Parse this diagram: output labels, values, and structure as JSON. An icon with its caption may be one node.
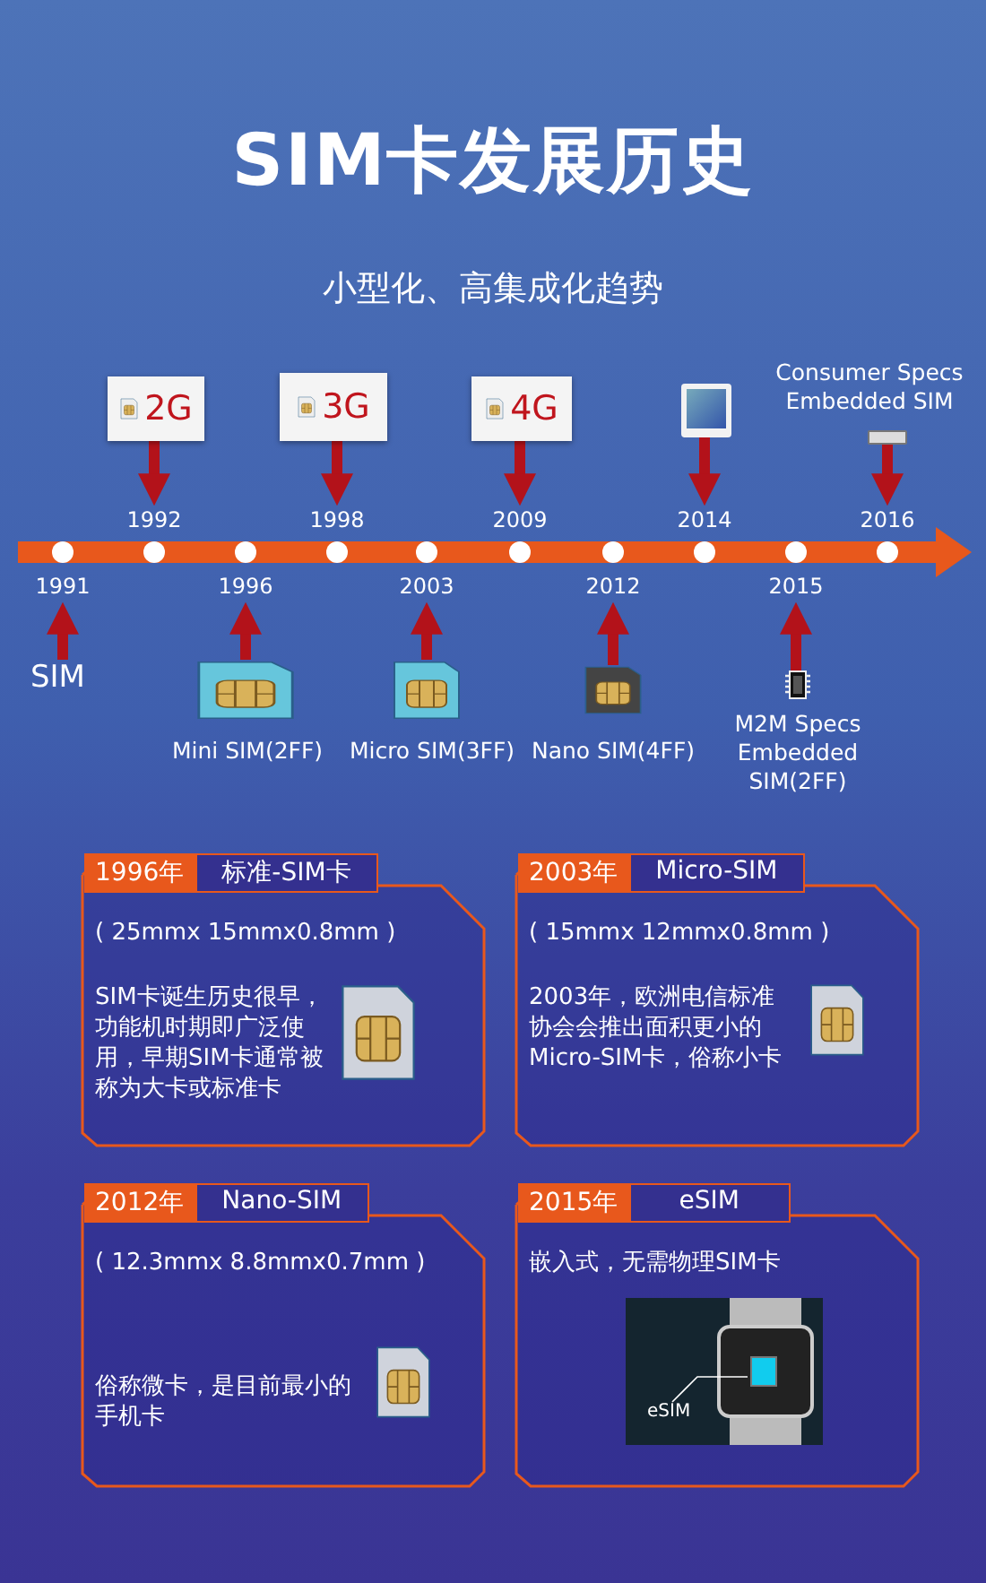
{
  "diagram": {
    "title": "SIM卡发展历史",
    "nodes": [
      {
        "text": [
          "2G"
        ]
      },
      {
        "text": [
          "3G"
        ]
      },
      {
        "text": [
          "4G"
        ]
      },
      {
        "text": [],
        "shape": "picture"
      },
      {
        "text": [],
        "shape": "picture",
        "beside": [
          "Consumer Specs Embedded SIM"
        ]
      },
      {
        "text": [],
        "shape": "circle",
        "beside": [
          "1991"
        ]
      },
      {
        "text": [],
        "shape": "circle",
        "beside": [
          "1992"
        ]
      },
      {
        "text": [],
        "shape": "circle",
        "beside": [
          "1996"
        ]
      },
      {
        "text": [],
        "shape": "circle",
        "beside": [
          "1998"
        ]
      },
      {
        "text": [],
        "shape": "circle",
        "beside": [
          "2003"
        ]
      },
      {
        "text": [],
        "shape": "circle",
        "beside": [
          "2009"
        ]
      },
      {
        "text": [],
        "shape": "circle",
        "beside": [
          "2012"
        ]
      },
      {
        "text": [],
        "shape": "circle",
        "beside": [
          "2014"
        ]
      },
      {
        "text": [],
        "shape": "circle",
        "beside": [
          "2015"
        ]
      },
      {
        "text": [],
        "shape": "circle",
        "beside": [
          "2016"
        ]
      },
      {
        "text": [
          "SIM"
        ]
      },
      {
        "text": [],
        "shape": "picture",
        "beside": [
          "Mini SIM(2FF)"
        ]
      },
      {
        "text": [],
        "shape": "picture",
        "beside": [
          "Micro SIM(3FF)"
        ]
      },
      {
        "text": [],
        "shape": "picture",
        "beside": [
          "Nano SIM(4FF)"
        ]
      },
      {
        "text": [],
        "shape": "picture",
        "beside": [
          "M2M Specs Embedded SIM(2FF)"
        ]
      },
      {
        "text": [
          "1996年",
          "标准-SIM卡",
          "( 25mmx 15mmx0.8mm )",
          "SIM卡诞生历史很早，功能机时期即广泛使用，早期SIM卡通常被称为大卡或标准卡"
        ]
      },
      {
        "text": [
          "2003年",
          "Micro-SIM",
          "( 15mmx 12mmx0.8mm )",
          "2003年，欧洲电信标准协会会推出面积更小的Micro-SIM卡，俗称小卡"
        ]
      },
      {
        "text": [
          "2012年",
          "Nano-SIM",
          "( 12.3mmx 8.8mmx0.7mm )",
          "俗称微卡，是目前最小的手机卡"
        ]
      },
      {
        "text": [
          "2015年",
          "eSIM",
          "嵌入式，无需物理SIM卡"
        ]
      },
      {
        "text": [
          "eSIM"
        ],
        "in": 23
      }
    ],
    "edges": [
      {
        "from": 0,
        "to": 6,
        "arrow": "to"
      },
      {
        "from": 1,
        "to": 8,
        "arrow": "to"
      },
      {
        "from": 2,
        "to": 10,
        "arrow": "to"
      },
      {
        "from": 3,
        "to": 12,
        "arrow": "to"
      },
      {
        "from": 4,
        "to": 14,
        "arrow": "to"
      },
      {
        "from": 15,
        "to": 5,
        "arrow": "to"
      },
      {
        "from": 16,
        "to": 7,
        "arrow": "to"
      },
      {
        "from": 17,
        "to": 9,
        "arrow": "to"
      },
      {
        "from": 18,
        "to": 11,
        "arrow": "to"
      },
      {
        "from": 19,
        "to": 13,
        "arrow": "to"
      }
    ],
    "labels": [
      "小型化、高集成化趋势"
    ]
  }
}
